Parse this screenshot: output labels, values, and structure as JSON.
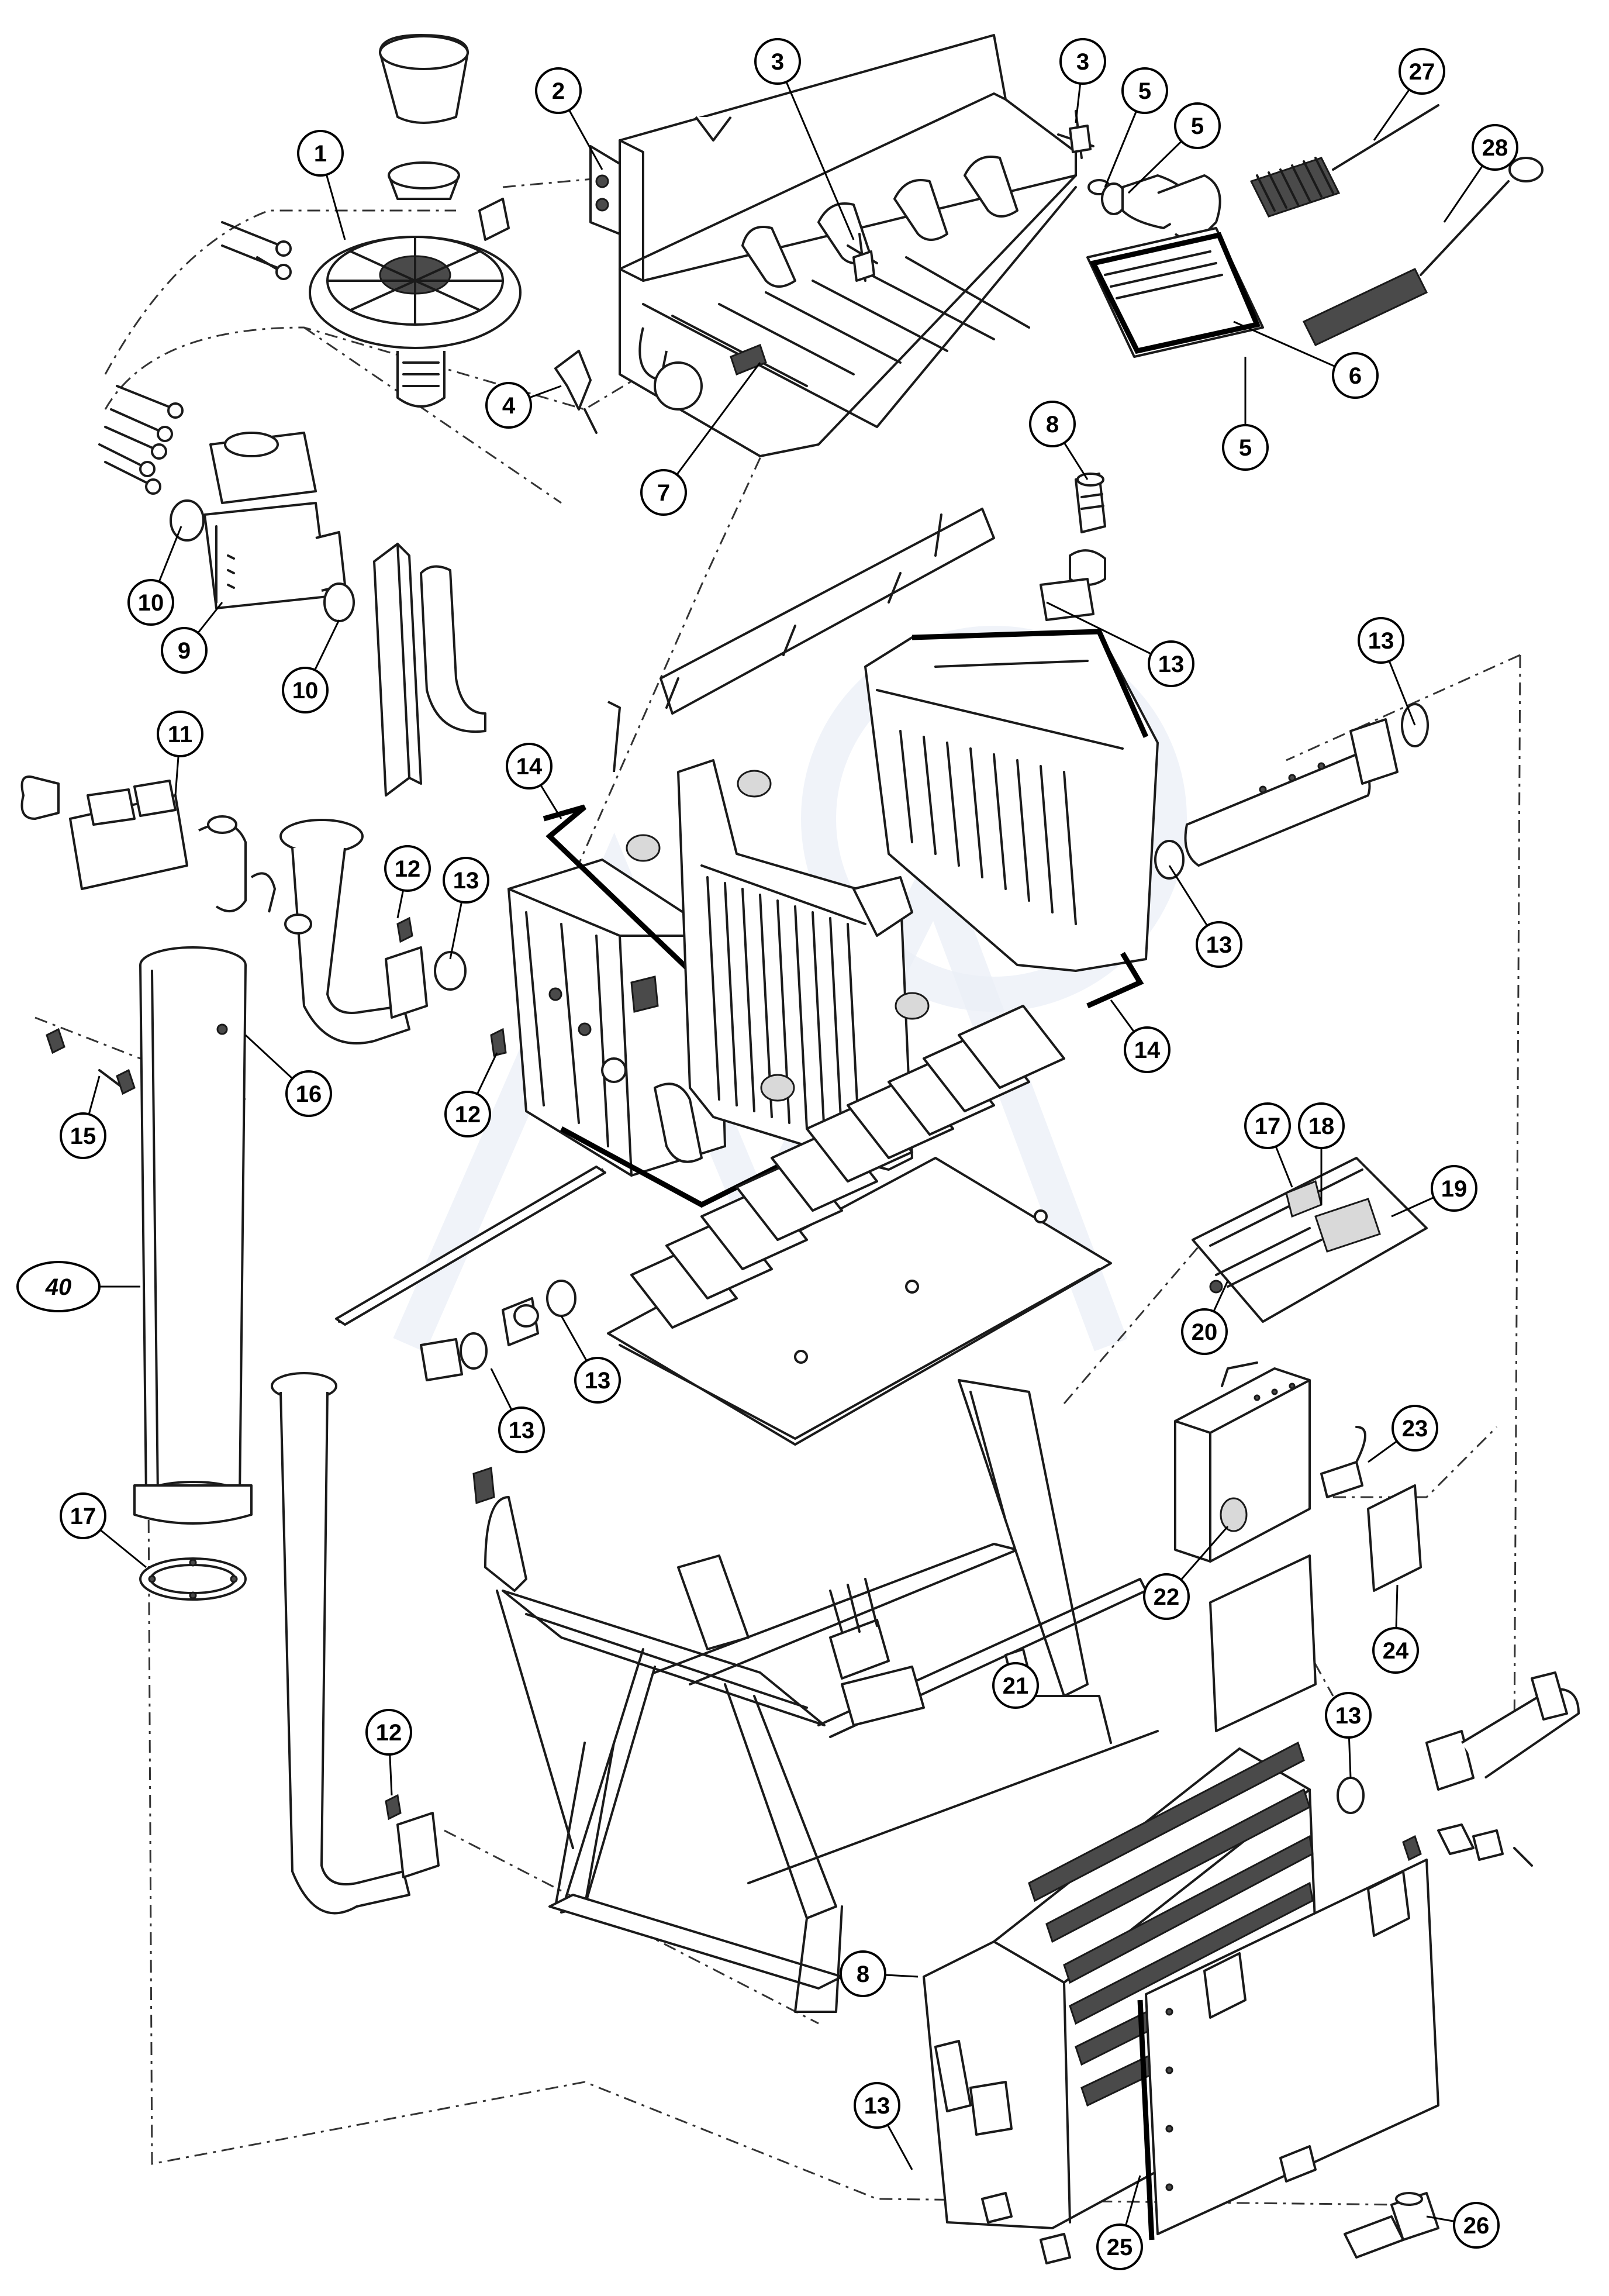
{
  "callouts": [
    "1",
    "2",
    "3",
    "3",
    "5",
    "5",
    "27",
    "28",
    "4",
    "7",
    "6",
    "5",
    "8",
    "10",
    "9",
    "10",
    "13",
    "13",
    "11",
    "14",
    "12",
    "13",
    "13",
    "12",
    "16",
    "15",
    "14",
    "40",
    "17",
    "18",
    "19",
    "20",
    "13",
    "13",
    "23",
    "17",
    "22",
    "24",
    "21",
    "13",
    "12",
    "8",
    "13",
    "25",
    "26"
  ],
  "colors": {
    "line": "#1a1a1a",
    "background": "#ffffff",
    "shade": "#d9d9d9"
  }
}
